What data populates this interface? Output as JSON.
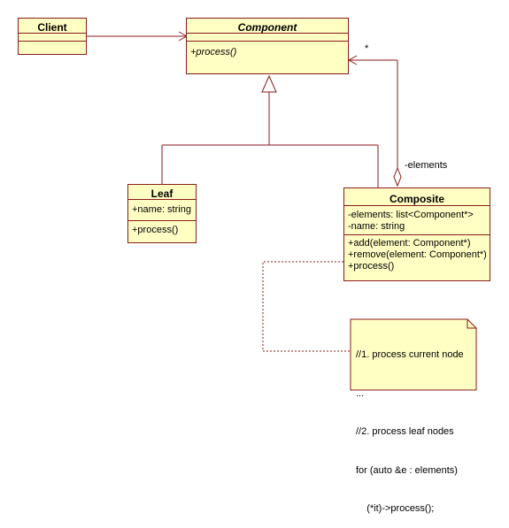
{
  "classes": {
    "client": {
      "name": "Client",
      "attributes": [],
      "operations": []
    },
    "component": {
      "name": "Component",
      "abstract": true,
      "attributes": [],
      "operations": [
        "+process()"
      ]
    },
    "leaf": {
      "name": "Leaf",
      "attributes": [
        "+name: string"
      ],
      "operations": [
        "+process()"
      ]
    },
    "composite": {
      "name": "Composite",
      "attributes": [
        "-elements: list<Component*>",
        "-name: string"
      ],
      "operations": [
        "+add(element: Component*)",
        "+remove(element: Component*)",
        "+process()"
      ]
    }
  },
  "associations": {
    "elements_role": "-elements",
    "elements_multiplicity": "*"
  },
  "note": {
    "lines": [
      "//1. process current node",
      "...",
      "//2. process leaf nodes",
      "for (auto &e : elements)",
      "    (*it)->process();"
    ]
  },
  "colors": {
    "class_fill": "#ffffc4",
    "border": "#8b1a1a"
  }
}
